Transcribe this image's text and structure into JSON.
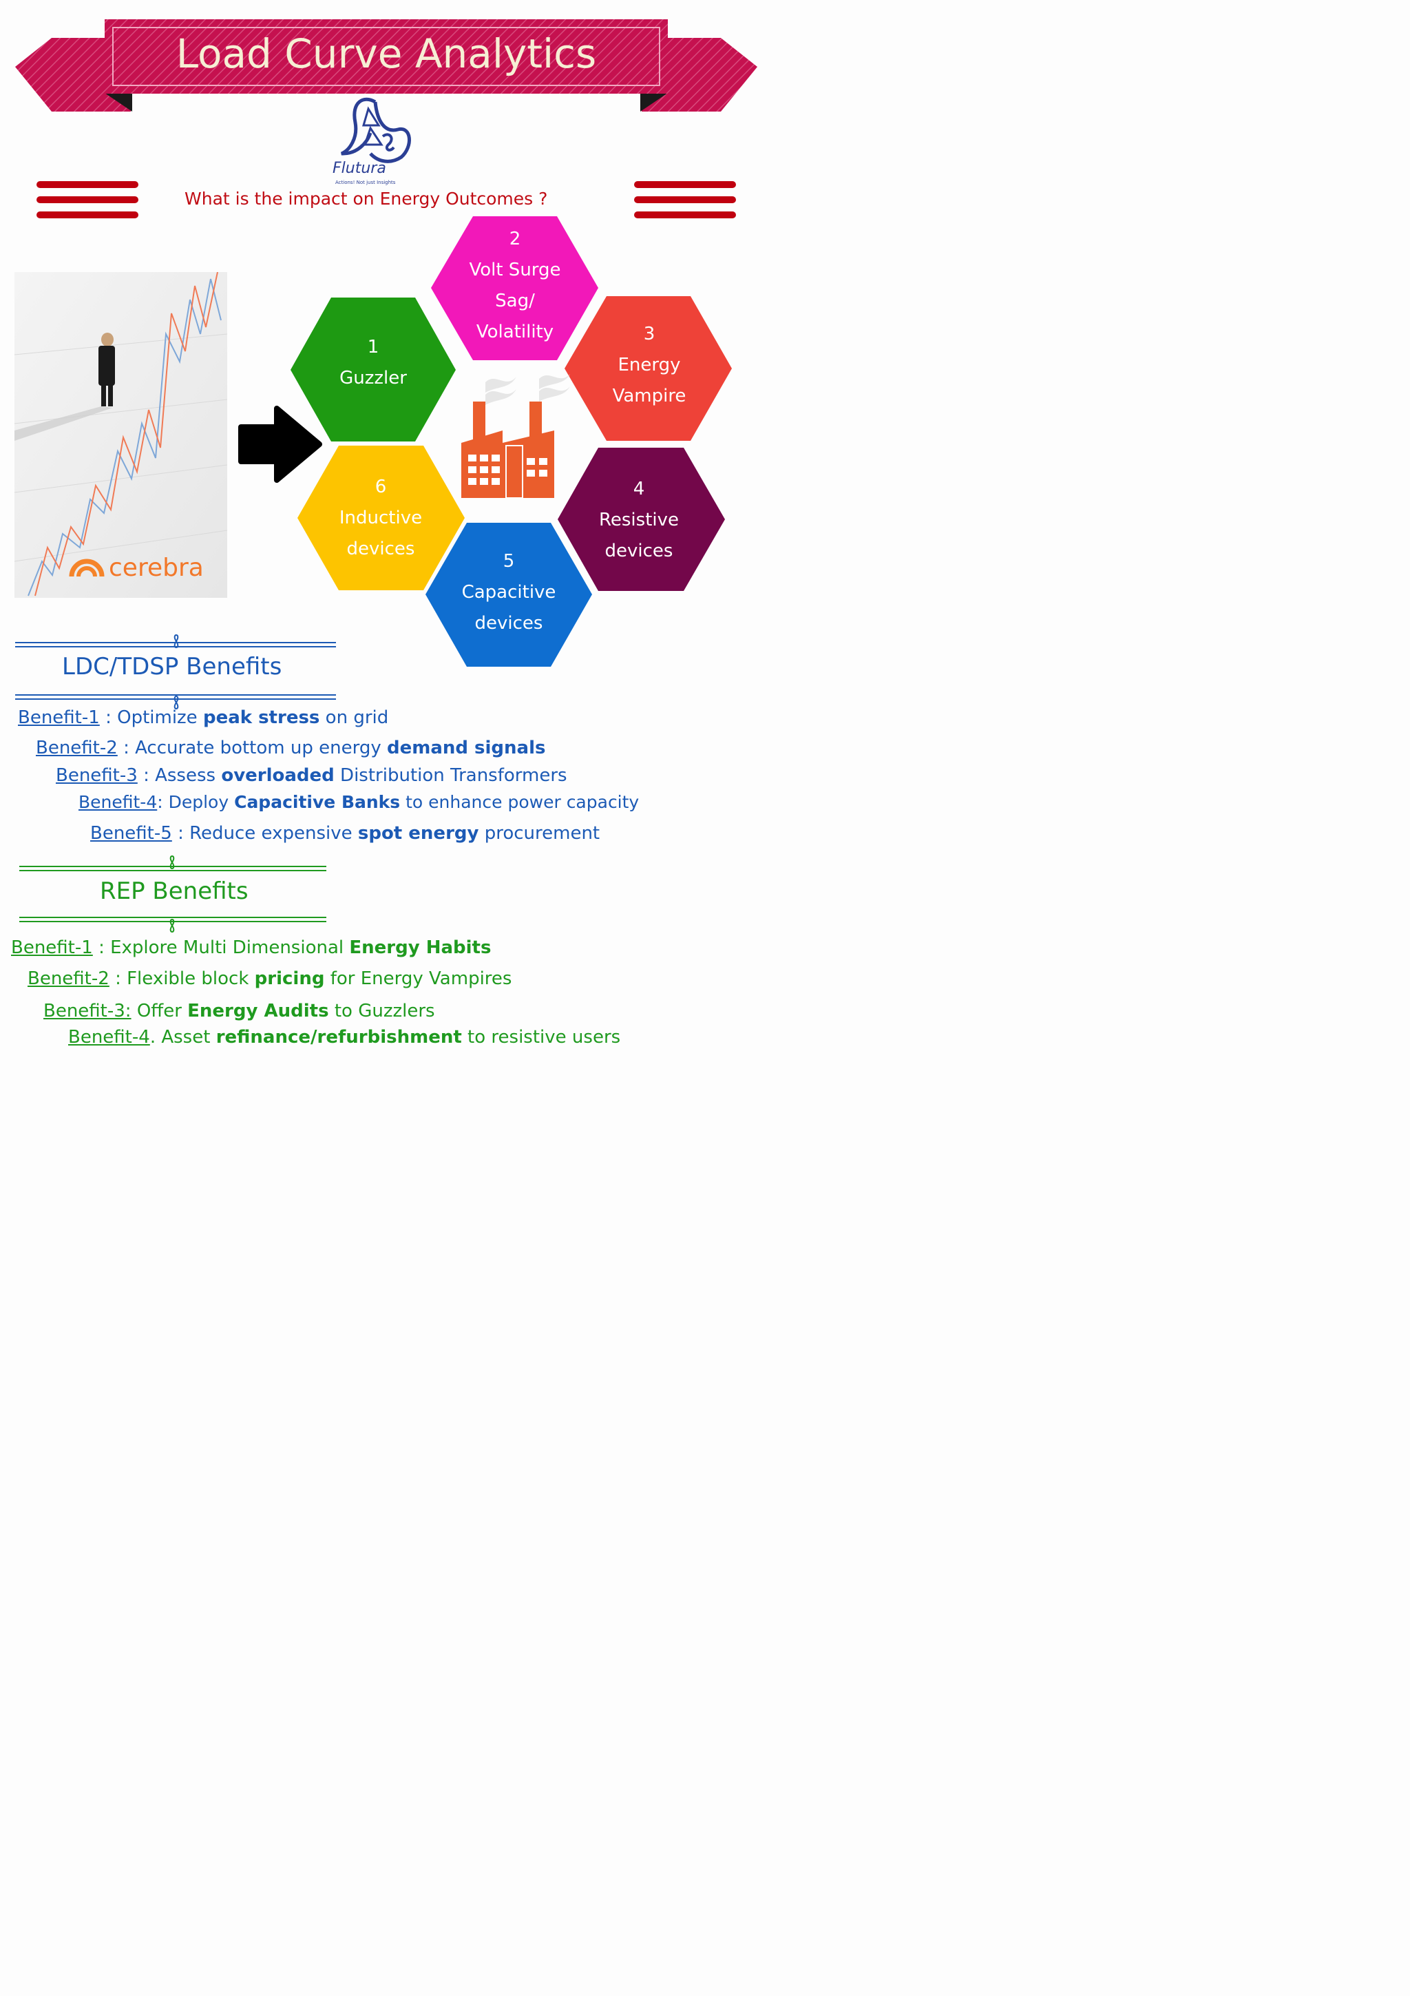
{
  "banner": {
    "title": "Load Curve Analytics",
    "color": "#c5114f"
  },
  "logo": {
    "name": "Flutura",
    "tagline": "Actions! Not just Insights"
  },
  "question": "What is the impact on Energy Outcomes ?",
  "photo": {
    "brand": "cerebra"
  },
  "hexagons": [
    {
      "num": "1",
      "lines": [
        "Guzzler"
      ],
      "color": "#1e9a12"
    },
    {
      "num": "2",
      "lines": [
        "Volt Surge",
        "Sag/",
        "Volatility"
      ],
      "color": "#f218b9"
    },
    {
      "num": "3",
      "lines": [
        "Energy",
        "Vampire"
      ],
      "color": "#ee4238"
    },
    {
      "num": "4",
      "lines": [
        "Resistive",
        "devices"
      ],
      "color": "#73074a"
    },
    {
      "num": "5",
      "lines": [
        "Capacitive",
        "devices"
      ],
      "color": "#0f6ed0"
    },
    {
      "num": "6",
      "lines": [
        "Inductive",
        "devices"
      ],
      "color": "#fdc400"
    }
  ],
  "ldc": {
    "title": "LDC/TDSP Benefits",
    "items": [
      {
        "link": "Benefit-1",
        "parts": [
          [
            " : Optimize ",
            false
          ],
          [
            "peak stress",
            true
          ],
          [
            " on grid",
            false
          ]
        ]
      },
      {
        "link": "Benefit-2",
        "parts": [
          [
            " : Accurate bottom up energy ",
            false
          ],
          [
            "demand signals",
            true
          ]
        ]
      },
      {
        "link": "Benefit-3",
        "parts": [
          [
            " : Assess ",
            false
          ],
          [
            "overloaded",
            true
          ],
          [
            " Distribution Transformers",
            false
          ]
        ]
      },
      {
        "link": "Benefit-4",
        "parts": [
          [
            ": Deploy ",
            false
          ],
          [
            "Capacitive Banks",
            true
          ],
          [
            " to enhance power capacity",
            false
          ]
        ]
      },
      {
        "link": "Benefit-5",
        "parts": [
          [
            " : Reduce expensive ",
            false
          ],
          [
            "spot energy",
            true
          ],
          [
            " procurement",
            false
          ]
        ]
      }
    ]
  },
  "rep": {
    "title": "REP Benefits",
    "items": [
      {
        "link": "Benefit-1",
        "parts": [
          [
            " : Explore Multi Dimensional ",
            false
          ],
          [
            "Energy Habits",
            true
          ]
        ]
      },
      {
        "link": "Benefit-2",
        "parts": [
          [
            " : Flexible block ",
            false
          ],
          [
            "pricing",
            true
          ],
          [
            " for Energy Vampires",
            false
          ]
        ]
      },
      {
        "link": "Benefit-3:",
        "parts": [
          [
            " Offer ",
            false
          ],
          [
            "Energy Audits",
            true
          ],
          [
            " to Guzzlers",
            false
          ]
        ]
      },
      {
        "link": "Benefit-4",
        "parts": [
          [
            ". Asset ",
            false
          ],
          [
            "refinance/refurbishment",
            true
          ],
          [
            " to resistive users",
            false
          ]
        ]
      }
    ]
  }
}
